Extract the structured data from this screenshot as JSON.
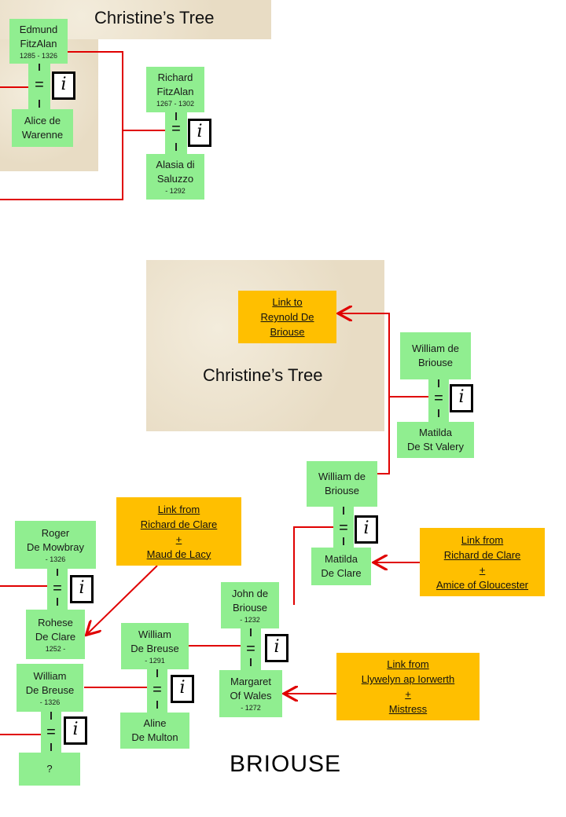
{
  "trees": {
    "top_title": "Christine’s Tree",
    "mid_title": "Christine’s Tree"
  },
  "people": {
    "edmund": {
      "line1": "Edmund",
      "line2": "FitzAlan",
      "years": "1285 - 1326"
    },
    "alice": {
      "line1": "Alice de",
      "line2": "Warenne"
    },
    "richard": {
      "line1": "Richard",
      "line2": "FitzAlan",
      "years": "1267 - 1302"
    },
    "alasia": {
      "line1": "Alasia di",
      "line2": "Saluzzo",
      "years": "- 1292"
    },
    "william1": {
      "line1": "William de",
      "line2": "Briouse"
    },
    "matilda1": {
      "line1": "Matilda",
      "line2": "De St Valery"
    },
    "william2": {
      "line1": "William de",
      "line2": "Briouse"
    },
    "matilda2": {
      "line1": "Matilda",
      "line2": "De Clare"
    },
    "john": {
      "line1": "John de",
      "line2": "Briouse",
      "years": "- 1232"
    },
    "margaret": {
      "line1": "Margaret",
      "line2": "Of Wales",
      "years": "- 1272"
    },
    "roger": {
      "line1": "Roger",
      "line2": "De Mowbray",
      "years": "- 1326"
    },
    "rohese": {
      "line1": "Rohese",
      "line2": "De Clare",
      "years": "1252 -"
    },
    "williamb1": {
      "line1": "William",
      "line2": "De Breuse",
      "years": "- 1291"
    },
    "aline": {
      "line1": "Aline",
      "line2": "De Multon"
    },
    "williamb2": {
      "line1": "William",
      "line2": "De Breuse",
      "years": "- 1326"
    },
    "unknown": {
      "line1": "?"
    }
  },
  "links": {
    "reynold": {
      "l1": "Link to",
      "l2": "Reynold De",
      "l3": "Briouse"
    },
    "maud": {
      "l1": "Link from",
      "l2": "Richard de Clare",
      "l3": "+",
      "l4": "Maud de Lacy"
    },
    "amice": {
      "l1": "Link from",
      "l2": "Richard de Clare",
      "l3": "+",
      "l4": "Amice of Gloucester"
    },
    "llywelyn": {
      "l1": "Link from",
      "l2": "Llywelyn ap Iorwerth",
      "l3": "+",
      "l4": "Mistress"
    }
  },
  "symbols": {
    "equals": "=",
    "info": "i"
  },
  "family_title": "BRIOUSE",
  "colors": {
    "person": "#90ee90",
    "link": "#ffbf00",
    "connector": "#e00000"
  },
  "icons": {
    "info": "info-icon"
  }
}
